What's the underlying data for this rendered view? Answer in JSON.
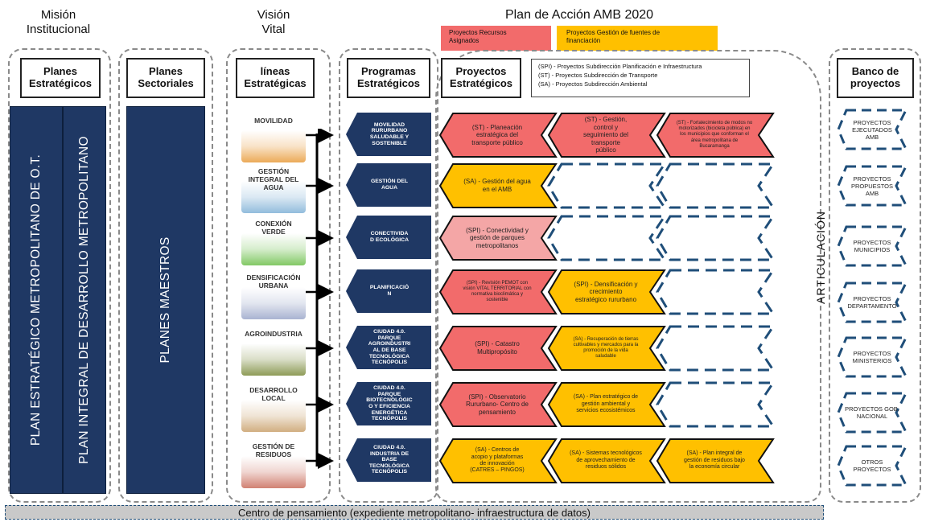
{
  "columns": {
    "mision": {
      "title": "Misión\nInstitucional",
      "header": "Planes\nEstratégicos"
    },
    "sectoriales": {
      "header": "Planes\nSectoriales"
    },
    "vision": {
      "title": "Visión\nVital",
      "header": "líneas\nEstratégicas"
    },
    "programas": {
      "header": "Programas\nEstratégicos"
    },
    "proyectos": {
      "header": "Proyectos\nEstratégicos"
    },
    "banco": {
      "header": "Banco de\nproyectos"
    }
  },
  "plan_title": "Plan de Acción AMB 2020",
  "legend_colors": {
    "recursos": {
      "label": "Proyectos Recursos\nAsignados",
      "color": "#f26b6b"
    },
    "gestion": {
      "label": "Proyectos Gestión de fuentes de\nfinanciación",
      "color": "#ffc000"
    }
  },
  "abbreviations": [
    "(SPI) - Proyectos Subdirección Planificación e Infraestructura",
    "(ST) - Proyectos Subdirección de Transporte",
    "(SA) - Proyectos Subdirección Ambiental"
  ],
  "planes_estrategicos": [
    "PLAN ESTRATÉGICO METROPOLITANO DE O.T.",
    "PLAN INTEGRAL DE DESARROLLO METROPOLITANO"
  ],
  "planes_sectoriales": "PLANES MAESTROS",
  "lineas_estrategicas": [
    "MOVILIDAD",
    "GESTIÓN\nINTEGRAL DEL\nAGUA",
    "CONEXIÓN\nVERDE",
    "DENSIFICACIÓN\nURBANA",
    "AGROINDUSTRIA",
    "DESARROLLO\nLOCAL",
    "GESTIÓN DE\nRESIDUOS"
  ],
  "programas_estrategicos": [
    "MOVILIDAD\nRURURBANO\nSALUDABLE Y\nSOSTENIBLE",
    "GESTIÓN DEL\nAGUA",
    "CONECTIVIDA\nD ECOLÓGICA",
    "PLANIFICACIÓ\nN",
    "CIUDAD 4.0.\nPARQUE\nAGROINDUSTRI\nAL DE BASE\nTECNOLÓGICA\nTECNÓPOLIS",
    "CIUDAD 4.0.\nPARQUE\nBIOTECNOLÓGIC\nO Y EFICIENCIA\nENERGÉTICA\nTECNÓPOLIS",
    "CIUDAD 4.0.\nINDUSTRIA DE\nBASE\nTECNOLÓGICA\nTECNÓPOLIS"
  ],
  "proyectos_rows": [
    [
      {
        "text": "(ST) - Planeación\nestratégica del\ntransporte público",
        "kind": "recursos"
      },
      {
        "text": "(ST) - Gestión,\ncontrol y\nseguimiento del\ntransporte\npúblico",
        "kind": "recursos"
      },
      {
        "text": "(ST) - Fortalecimiento de modos no\nmotorizados (bicicleta pública) en\nlos municipios que conforman el\nárea metropolitana de\nBucaramanga",
        "kind": "recursos"
      }
    ],
    [
      {
        "text": "(SA) - Gestión del agua\nen el AMB",
        "kind": "gestion"
      },
      {
        "text": "",
        "kind": "empty"
      },
      {
        "text": "",
        "kind": "empty"
      }
    ],
    [
      {
        "text": "(SPI) - Conectividad y\ngestión de parques\nmetropolitanos",
        "kind": "rosa"
      },
      {
        "text": "",
        "kind": "empty"
      },
      {
        "text": "",
        "kind": "empty"
      }
    ],
    [
      {
        "text": "(SPI) - Revisión PEMOT con\nvisión VITAL TERRITORIAL con\nnormativa bioclimática y\nsostenible",
        "kind": "recursos"
      },
      {
        "text": "(SPI) - Densificación y\ncrecimiento\nestratégico rururbano",
        "kind": "gestion"
      },
      {
        "text": "",
        "kind": "empty"
      }
    ],
    [
      {
        "text": "(SPI) - Catastro\nMultipropósito",
        "kind": "recursos"
      },
      {
        "text": "(SA) - Recuperación de tierras\ncultivables y mercados para la\npromoción de la vida\nsaludable",
        "kind": "gestion"
      },
      {
        "text": "",
        "kind": "empty"
      }
    ],
    [
      {
        "text": "(SPI) - Observatorio\nRururbano- Centro de\npensamiento",
        "kind": "recursos"
      },
      {
        "text": "(SA) - Plan estratégico de\ngestión ambiental y\nservicios ecosistémicos",
        "kind": "gestion"
      },
      {
        "text": "",
        "kind": "empty"
      }
    ],
    [
      {
        "text": "(SA) - Centros de\nacopio y plataformas\nde innovación\n(CATRES – PINGOS)",
        "kind": "gestion"
      },
      {
        "text": "(SA) - Sistemas tecnológicos\nde aprovechamiento de\nresiduos sólidos",
        "kind": "gestion"
      },
      {
        "text": "(SA) - Plan integral de\ngestión de residuos bajo\nla economía circular",
        "kind": "gestion"
      }
    ]
  ],
  "articulacion": "ARTICULACIÓN",
  "banco_items": [
    "PROYECTOS\nEJECUTADOS\nAMB",
    "PROYECTOS\nPROPUESTOS\nAMB",
    "PROYECTOS\nMUNICIPIOS",
    "PROYECTOS\nDEPARTAMENTO",
    "PROYECTOS\nMINISTERIOS",
    "PROYECTOS GOB.\nNACIONAL",
    "OTROS\nPROYECTOS"
  ],
  "footer": "Centro de pensamiento (expediente metropolitano- infraestructura de datos)",
  "colors": {
    "navy": "#1f3864",
    "recursos": "#f26b6b",
    "gestion": "#ffc000",
    "rosa": "#f4a6a6",
    "dash": "#1f4e79"
  }
}
